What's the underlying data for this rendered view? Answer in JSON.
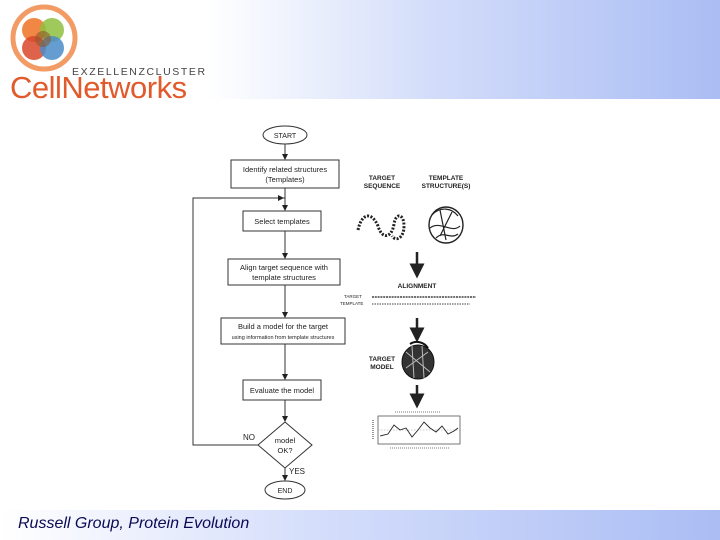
{
  "logo": {
    "subtitle": "EXZELLENZCLUSTER",
    "wordmark": "CellNetworks"
  },
  "flowchart": {
    "start": "START",
    "identify_line1": "Identify related structures",
    "identify_line2": "(Templates)",
    "select": "Select templates",
    "align_line1": "Align target sequence with",
    "align_line2": "template structures",
    "build_line1": "Build a model for the target",
    "build_line2": "using information from template structures",
    "evaluate": "Evaluate the model",
    "decision_line1": "model",
    "decision_line2": "OK?",
    "no": "NO",
    "yes": "YES",
    "end": "END"
  },
  "illustration": {
    "target_sequence_line1": "TARGET",
    "target_sequence_line2": "SEQUENCE",
    "template_structure_line1": "TEMPLATE",
    "template_structure_line2": "STRUCTURE(S)",
    "alignment": "ALIGNMENT",
    "align_row1_label": "TARGET",
    "align_row2_label": "TEMPLATE",
    "target_model_line1": "TARGET",
    "target_model_line2": "MODEL"
  },
  "footer": {
    "text": "Russell Group, Protein Evolution"
  },
  "colors": {
    "banner": "#aabdf4",
    "footer_text": "#0a0a55",
    "logo_text": "#e05a2c",
    "logo_orange": "#ee7a30",
    "logo_red": "#d9462b",
    "logo_green": "#8fbf3f",
    "logo_blue": "#4a8cc9"
  }
}
